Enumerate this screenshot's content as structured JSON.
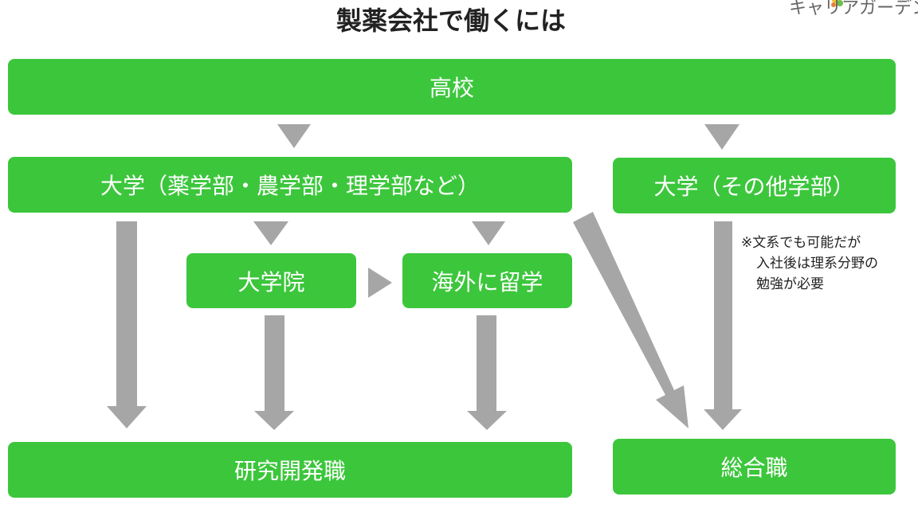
{
  "title": "製薬会社で働くには",
  "brand": "キャリアガーデン",
  "nodes": {
    "high_school": "高校",
    "univ_science": "大学（薬学部・農学部・理学部など）",
    "univ_other": "大学（その他学部）",
    "grad_school": "大学院",
    "study_abroad": "海外に留学",
    "rnd": "研究開発職",
    "general": "総合職"
  },
  "note": {
    "line1": "※文系でも可能だが",
    "line2": "入社後は理系分野の",
    "line3": "勉強が必要"
  },
  "colors": {
    "box_fill": "#3cc63c",
    "arrow": "#a6a6a6",
    "text": "#ffffff"
  }
}
